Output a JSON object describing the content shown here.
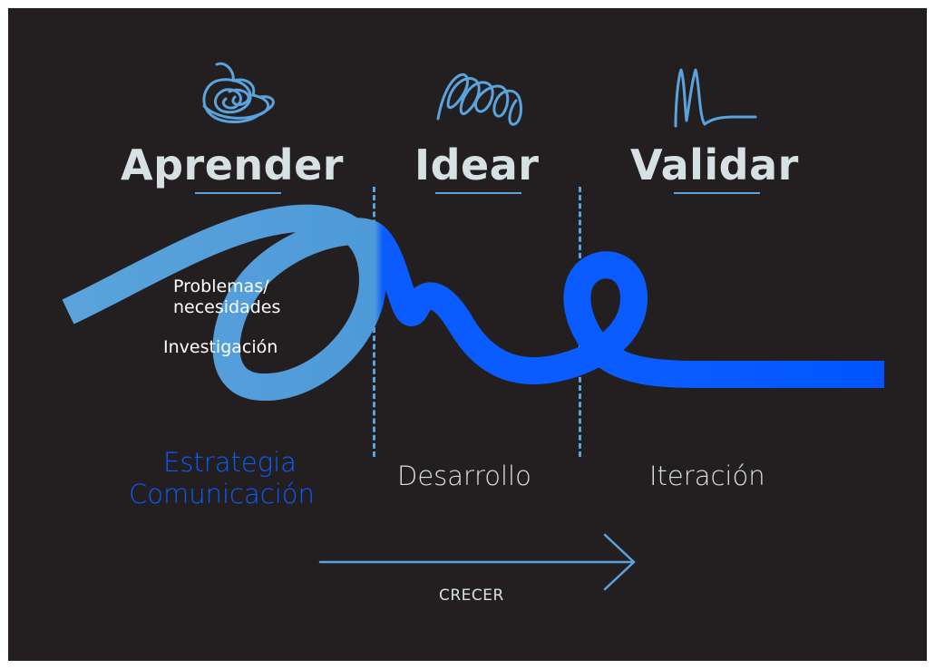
{
  "stages": [
    {
      "title": "Aprender",
      "icon": "tangled-scribble-icon"
    },
    {
      "title": "Idear",
      "icon": "loop-scribble-icon"
    },
    {
      "title": "Validar",
      "icon": "signal-spike-icon"
    }
  ],
  "notes": {
    "problems": "Problemas/\nnecesidades",
    "research": "Investigación"
  },
  "phases": {
    "strategy_line1": "Estrategia",
    "strategy_line2": "Comunicación",
    "development": "Desarrollo",
    "iteration": "Iteración"
  },
  "arrow_label": "CRECER",
  "colors": {
    "background": "#231f20",
    "light_blue": "#5aa3dc",
    "bright_blue": "#0a5cff",
    "title": "#d6e1e4"
  }
}
